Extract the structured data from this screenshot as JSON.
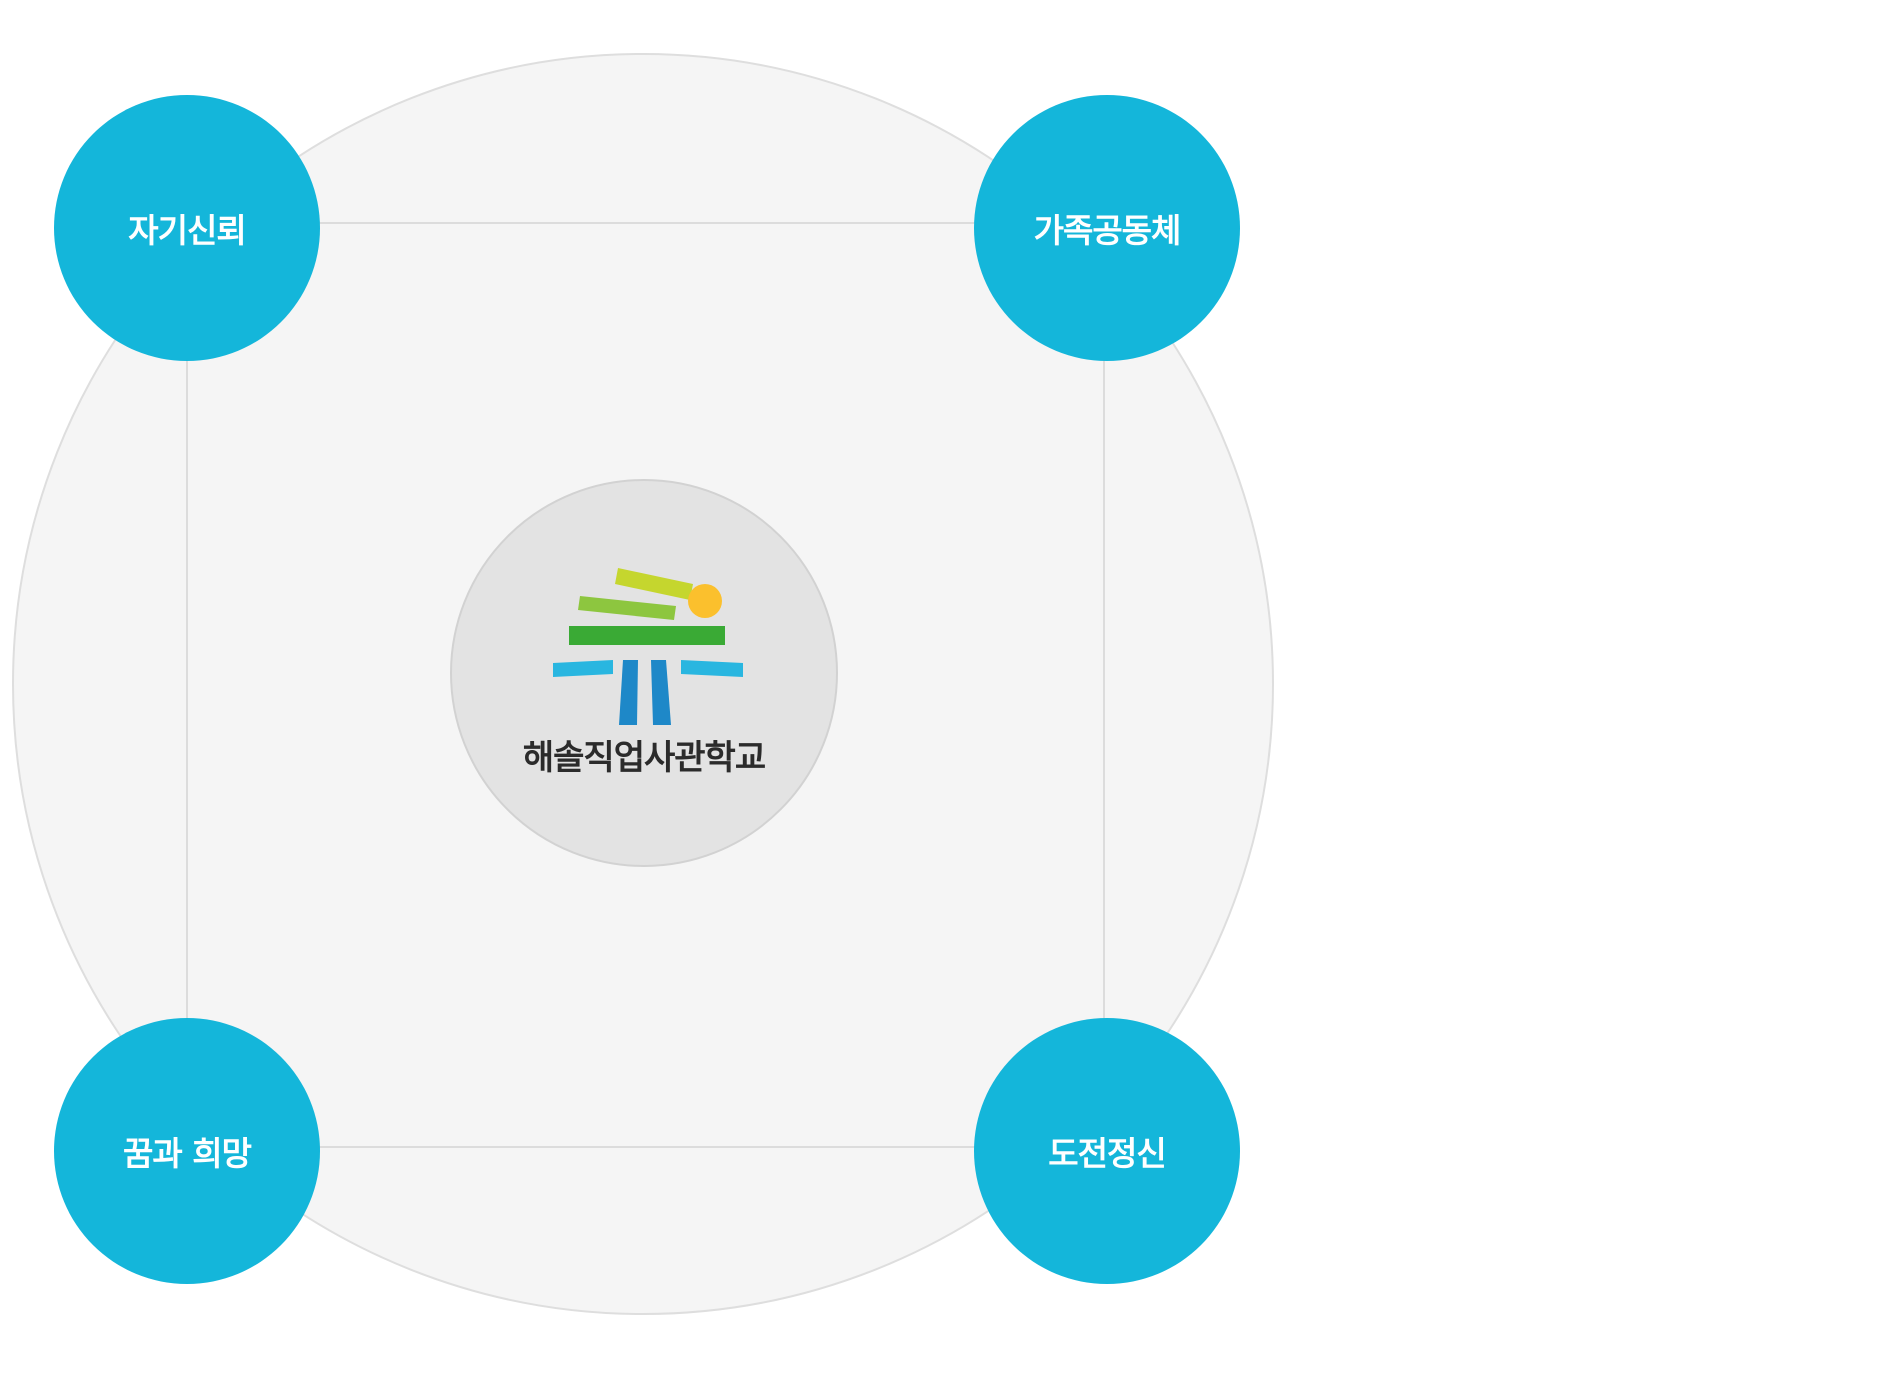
{
  "diagram": {
    "center": {
      "logo_name": "school-emblem-icon",
      "label": "해솔직업사관학교"
    },
    "nodes": [
      {
        "id": "top-left",
        "label": "자기신뢰"
      },
      {
        "id": "top-right",
        "label": "가족공동체"
      },
      {
        "id": "bottom-left",
        "label": "꿈과 희망"
      },
      {
        "id": "bottom-right",
        "label": "도전정신"
      }
    ]
  },
  "colors": {
    "node_fill": "#14b6da",
    "outer_circle": "#f5f5f5",
    "center_circle": "#e3e3e3",
    "logo_yellow_green": "#c5d62e",
    "logo_light_green": "#8dc63f",
    "logo_green": "#3aaa35",
    "logo_sun": "#fbc02d",
    "logo_cyan": "#29b6e0",
    "logo_blue": "#1e88c8"
  }
}
